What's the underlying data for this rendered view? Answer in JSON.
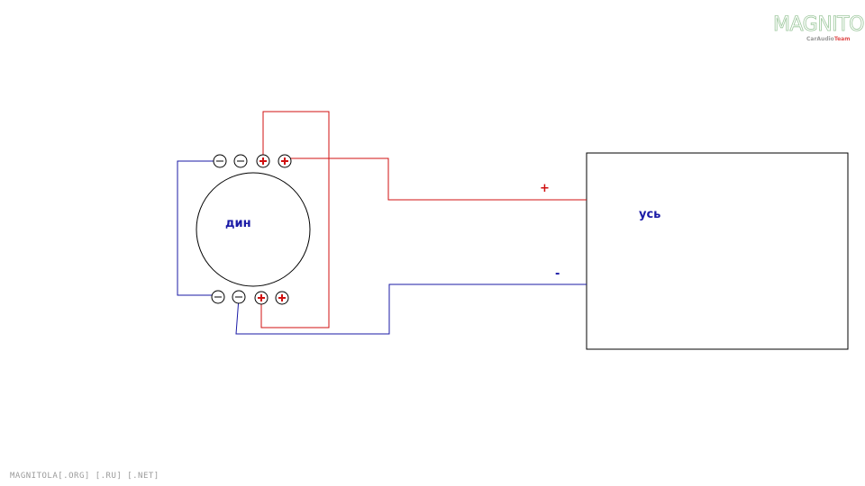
{
  "speaker": {
    "label": "дин"
  },
  "amplifier": {
    "label": "усь"
  },
  "wires": {
    "plus_label": "+",
    "minus_label": "-"
  },
  "terminals": {
    "top": [
      "−",
      "−",
      "+",
      "+"
    ],
    "bottom": [
      "−",
      "−",
      "+",
      "+"
    ]
  },
  "logo": {
    "main": "MAGNITOLA",
    "sub_gray": "CarAudio",
    "sub_red": "Team"
  },
  "footer": {
    "text": "MAGNITOLA[.ORG] [.RU] [.NET]"
  },
  "colors": {
    "positive_wire": "#d01010",
    "negative_wire": "#1a1aa6",
    "outline": "#000000"
  }
}
